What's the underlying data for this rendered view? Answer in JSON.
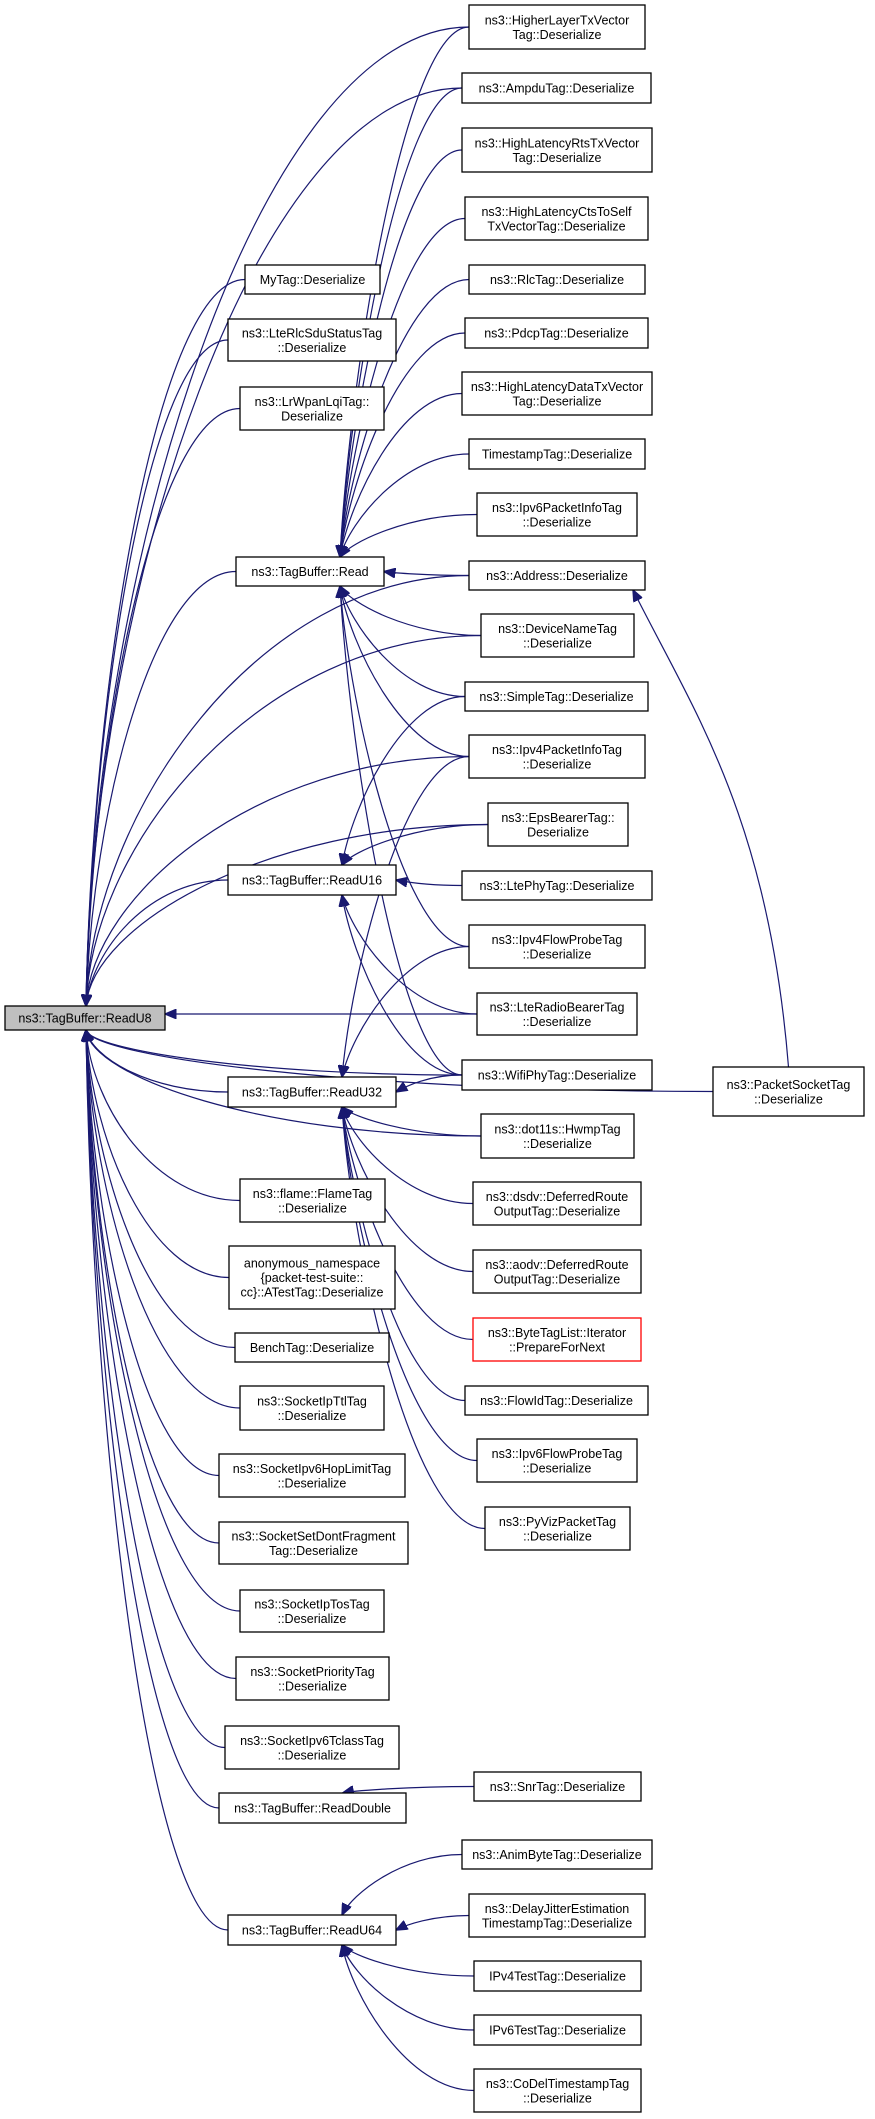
{
  "graph": {
    "edge_color": "#191970",
    "root_fill": "#bfbfbf",
    "highlight_color": "#ff0000",
    "nodes": [
      {
        "id": "readu8",
        "lines": [
          "ns3::TagBuffer::ReadU8"
        ],
        "root": true
      },
      {
        "id": "mytag",
        "lines": [
          "MyTag::Deserialize"
        ]
      },
      {
        "id": "lterlcsdu",
        "lines": [
          "ns3::LteRlcSduStatusTag",
          "::Deserialize"
        ]
      },
      {
        "id": "lrwpanlqi",
        "lines": [
          "ns3::LrWpanLqiTag::",
          "Deserialize"
        ]
      },
      {
        "id": "tbread",
        "lines": [
          "ns3::TagBuffer::Read"
        ]
      },
      {
        "id": "readu16",
        "lines": [
          "ns3::TagBuffer::ReadU16"
        ]
      },
      {
        "id": "readu32",
        "lines": [
          "ns3::TagBuffer::ReadU32"
        ]
      },
      {
        "id": "flametag",
        "lines": [
          "ns3::flame::FlameTag",
          "::Deserialize"
        ]
      },
      {
        "id": "anontest",
        "lines": [
          "anonymous_namespace",
          "{packet-test-suite::",
          "cc}::ATestTag::Deserialize"
        ]
      },
      {
        "id": "benchtag",
        "lines": [
          "BenchTag::Deserialize"
        ]
      },
      {
        "id": "sockipttl",
        "lines": [
          "ns3::SocketIpTtlTag",
          "::Deserialize"
        ]
      },
      {
        "id": "sockipv6hop",
        "lines": [
          "ns3::SocketIpv6HopLimitTag",
          "::Deserialize"
        ]
      },
      {
        "id": "socksetdf",
        "lines": [
          "ns3::SocketSetDontFragment",
          "Tag::Deserialize"
        ]
      },
      {
        "id": "sockiptos",
        "lines": [
          "ns3::SocketIpTosTag",
          "::Deserialize"
        ]
      },
      {
        "id": "sockprio",
        "lines": [
          "ns3::SocketPriorityTag",
          "::Deserialize"
        ]
      },
      {
        "id": "sockipv6tc",
        "lines": [
          "ns3::SocketIpv6TclassTag",
          "::Deserialize"
        ]
      },
      {
        "id": "readdouble",
        "lines": [
          "ns3::TagBuffer::ReadDouble"
        ]
      },
      {
        "id": "readu64",
        "lines": [
          "ns3::TagBuffer::ReadU64"
        ]
      },
      {
        "id": "hltxvec",
        "lines": [
          "ns3::HigherLayerTxVector",
          "Tag::Deserialize"
        ]
      },
      {
        "id": "ampdu",
        "lines": [
          "ns3::AmpduTag::Deserialize"
        ]
      },
      {
        "id": "hlrtstx",
        "lines": [
          "ns3::HighLatencyRtsTxVector",
          "Tag::Deserialize"
        ]
      },
      {
        "id": "hlctstx",
        "lines": [
          "ns3::HighLatencyCtsToSelf",
          "TxVectorTag::Deserialize"
        ]
      },
      {
        "id": "rlctag",
        "lines": [
          "ns3::RlcTag::Deserialize"
        ]
      },
      {
        "id": "pdcptag",
        "lines": [
          "ns3::PdcpTag::Deserialize"
        ]
      },
      {
        "id": "hldatatx",
        "lines": [
          "ns3::HighLatencyDataTxVector",
          "Tag::Deserialize"
        ]
      },
      {
        "id": "timestamp",
        "lines": [
          "TimestampTag::Deserialize"
        ]
      },
      {
        "id": "ipv6pktinfo",
        "lines": [
          "ns3::Ipv6PacketInfoTag",
          "::Deserialize"
        ]
      },
      {
        "id": "address",
        "lines": [
          "ns3::Address::Deserialize"
        ]
      },
      {
        "id": "devicename",
        "lines": [
          "ns3::DeviceNameTag",
          "::Deserialize"
        ]
      },
      {
        "id": "simpletag",
        "lines": [
          "ns3::SimpleTag::Deserialize"
        ]
      },
      {
        "id": "ipv4pktinfo",
        "lines": [
          "ns3::Ipv4PacketInfoTag",
          "::Deserialize"
        ]
      },
      {
        "id": "epsbearer",
        "lines": [
          "ns3::EpsBearerTag::",
          "Deserialize"
        ]
      },
      {
        "id": "ltephy",
        "lines": [
          "ns3::LtePhyTag::Deserialize"
        ]
      },
      {
        "id": "ipv4flowprobe",
        "lines": [
          "ns3::Ipv4FlowProbeTag",
          "::Deserialize"
        ]
      },
      {
        "id": "lteradio",
        "lines": [
          "ns3::LteRadioBearerTag",
          "::Deserialize"
        ]
      },
      {
        "id": "wifiphy",
        "lines": [
          "ns3::WifiPhyTag::Deserialize"
        ]
      },
      {
        "id": "dot11s",
        "lines": [
          "ns3::dot11s::HwmpTag",
          "::Deserialize"
        ]
      },
      {
        "id": "dsdv",
        "lines": [
          "ns3::dsdv::DeferredRoute",
          "OutputTag::Deserialize"
        ]
      },
      {
        "id": "aodv",
        "lines": [
          "ns3::aodv::DeferredRoute",
          "OutputTag::Deserialize"
        ]
      },
      {
        "id": "bytetaglist",
        "lines": [
          "ns3::ByteTagList::Iterator",
          "::PrepareForNext"
        ],
        "red": true
      },
      {
        "id": "flowid",
        "lines": [
          "ns3::FlowIdTag::Deserialize"
        ]
      },
      {
        "id": "ipv6flowprobe",
        "lines": [
          "ns3::Ipv6FlowProbeTag",
          "::Deserialize"
        ]
      },
      {
        "id": "pyviz",
        "lines": [
          "ns3::PyVizPacketTag",
          "::Deserialize"
        ]
      },
      {
        "id": "snrtag",
        "lines": [
          "ns3::SnrTag::Deserialize"
        ]
      },
      {
        "id": "animbyte",
        "lines": [
          "ns3::AnimByteTag::Deserialize"
        ]
      },
      {
        "id": "delayjitter",
        "lines": [
          "ns3::DelayJitterEstimation",
          "TimestampTag::Deserialize"
        ]
      },
      {
        "id": "ipv4test",
        "lines": [
          "IPv4TestTag::Deserialize"
        ]
      },
      {
        "id": "ipv6test",
        "lines": [
          "IPv6TestTag::Deserialize"
        ]
      },
      {
        "id": "codel",
        "lines": [
          "ns3::CoDelTimestampTag",
          "::Deserialize"
        ]
      },
      {
        "id": "packetsocket",
        "lines": [
          "ns3::PacketSocketTag",
          "::Deserialize"
        ]
      }
    ],
    "edges": [
      [
        "mytag",
        "readu8"
      ],
      [
        "lterlcsdu",
        "readu8"
      ],
      [
        "lrwpanlqi",
        "readu8"
      ],
      [
        "tbread",
        "readu8"
      ],
      [
        "readu16",
        "readu8"
      ],
      [
        "readu32",
        "readu8"
      ],
      [
        "flametag",
        "readu8"
      ],
      [
        "anontest",
        "readu8"
      ],
      [
        "benchtag",
        "readu8"
      ],
      [
        "sockipttl",
        "readu8"
      ],
      [
        "sockipv6hop",
        "readu8"
      ],
      [
        "socksetdf",
        "readu8"
      ],
      [
        "sockiptos",
        "readu8"
      ],
      [
        "sockprio",
        "readu8"
      ],
      [
        "sockipv6tc",
        "readu8"
      ],
      [
        "readdouble",
        "readu8"
      ],
      [
        "readu64",
        "readu8"
      ],
      [
        "hltxvec",
        "readu8"
      ],
      [
        "ampdu",
        "readu8"
      ],
      [
        "address",
        "readu8"
      ],
      [
        "devicename",
        "readu8"
      ],
      [
        "ipv4pktinfo",
        "readu8"
      ],
      [
        "epsbearer",
        "readu8"
      ],
      [
        "lteradio",
        "readu8"
      ],
      [
        "wifiphy",
        "readu8"
      ],
      [
        "dot11s",
        "readu8"
      ],
      [
        "packetsocket",
        "readu8"
      ],
      [
        "hltxvec",
        "tbread"
      ],
      [
        "ampdu",
        "tbread"
      ],
      [
        "hlrtstx",
        "tbread"
      ],
      [
        "hlctstx",
        "tbread"
      ],
      [
        "rlctag",
        "tbread"
      ],
      [
        "pdcptag",
        "tbread"
      ],
      [
        "hldatatx",
        "tbread"
      ],
      [
        "timestamp",
        "tbread"
      ],
      [
        "ipv6pktinfo",
        "tbread"
      ],
      [
        "address",
        "tbread"
      ],
      [
        "devicename",
        "tbread"
      ],
      [
        "simpletag",
        "tbread"
      ],
      [
        "ipv4pktinfo",
        "tbread"
      ],
      [
        "ipv4flowprobe",
        "tbread"
      ],
      [
        "wifiphy",
        "tbread"
      ],
      [
        "simpletag",
        "readu16"
      ],
      [
        "epsbearer",
        "readu16"
      ],
      [
        "ltephy",
        "readu16"
      ],
      [
        "lteradio",
        "readu16"
      ],
      [
        "wifiphy",
        "readu16"
      ],
      [
        "ipv4pktinfo",
        "readu32"
      ],
      [
        "ipv4flowprobe",
        "readu32"
      ],
      [
        "wifiphy",
        "readu32"
      ],
      [
        "dot11s",
        "readu32"
      ],
      [
        "dsdv",
        "readu32"
      ],
      [
        "aodv",
        "readu32"
      ],
      [
        "bytetaglist",
        "readu32"
      ],
      [
        "flowid",
        "readu32"
      ],
      [
        "ipv6flowprobe",
        "readu32"
      ],
      [
        "pyviz",
        "readu32"
      ],
      [
        "snrtag",
        "readdouble"
      ],
      [
        "animbyte",
        "readu64"
      ],
      [
        "delayjitter",
        "readu64"
      ],
      [
        "ipv4test",
        "readu64"
      ],
      [
        "ipv6test",
        "readu64"
      ],
      [
        "codel",
        "readu64"
      ],
      [
        "packetsocket",
        "address"
      ]
    ]
  }
}
